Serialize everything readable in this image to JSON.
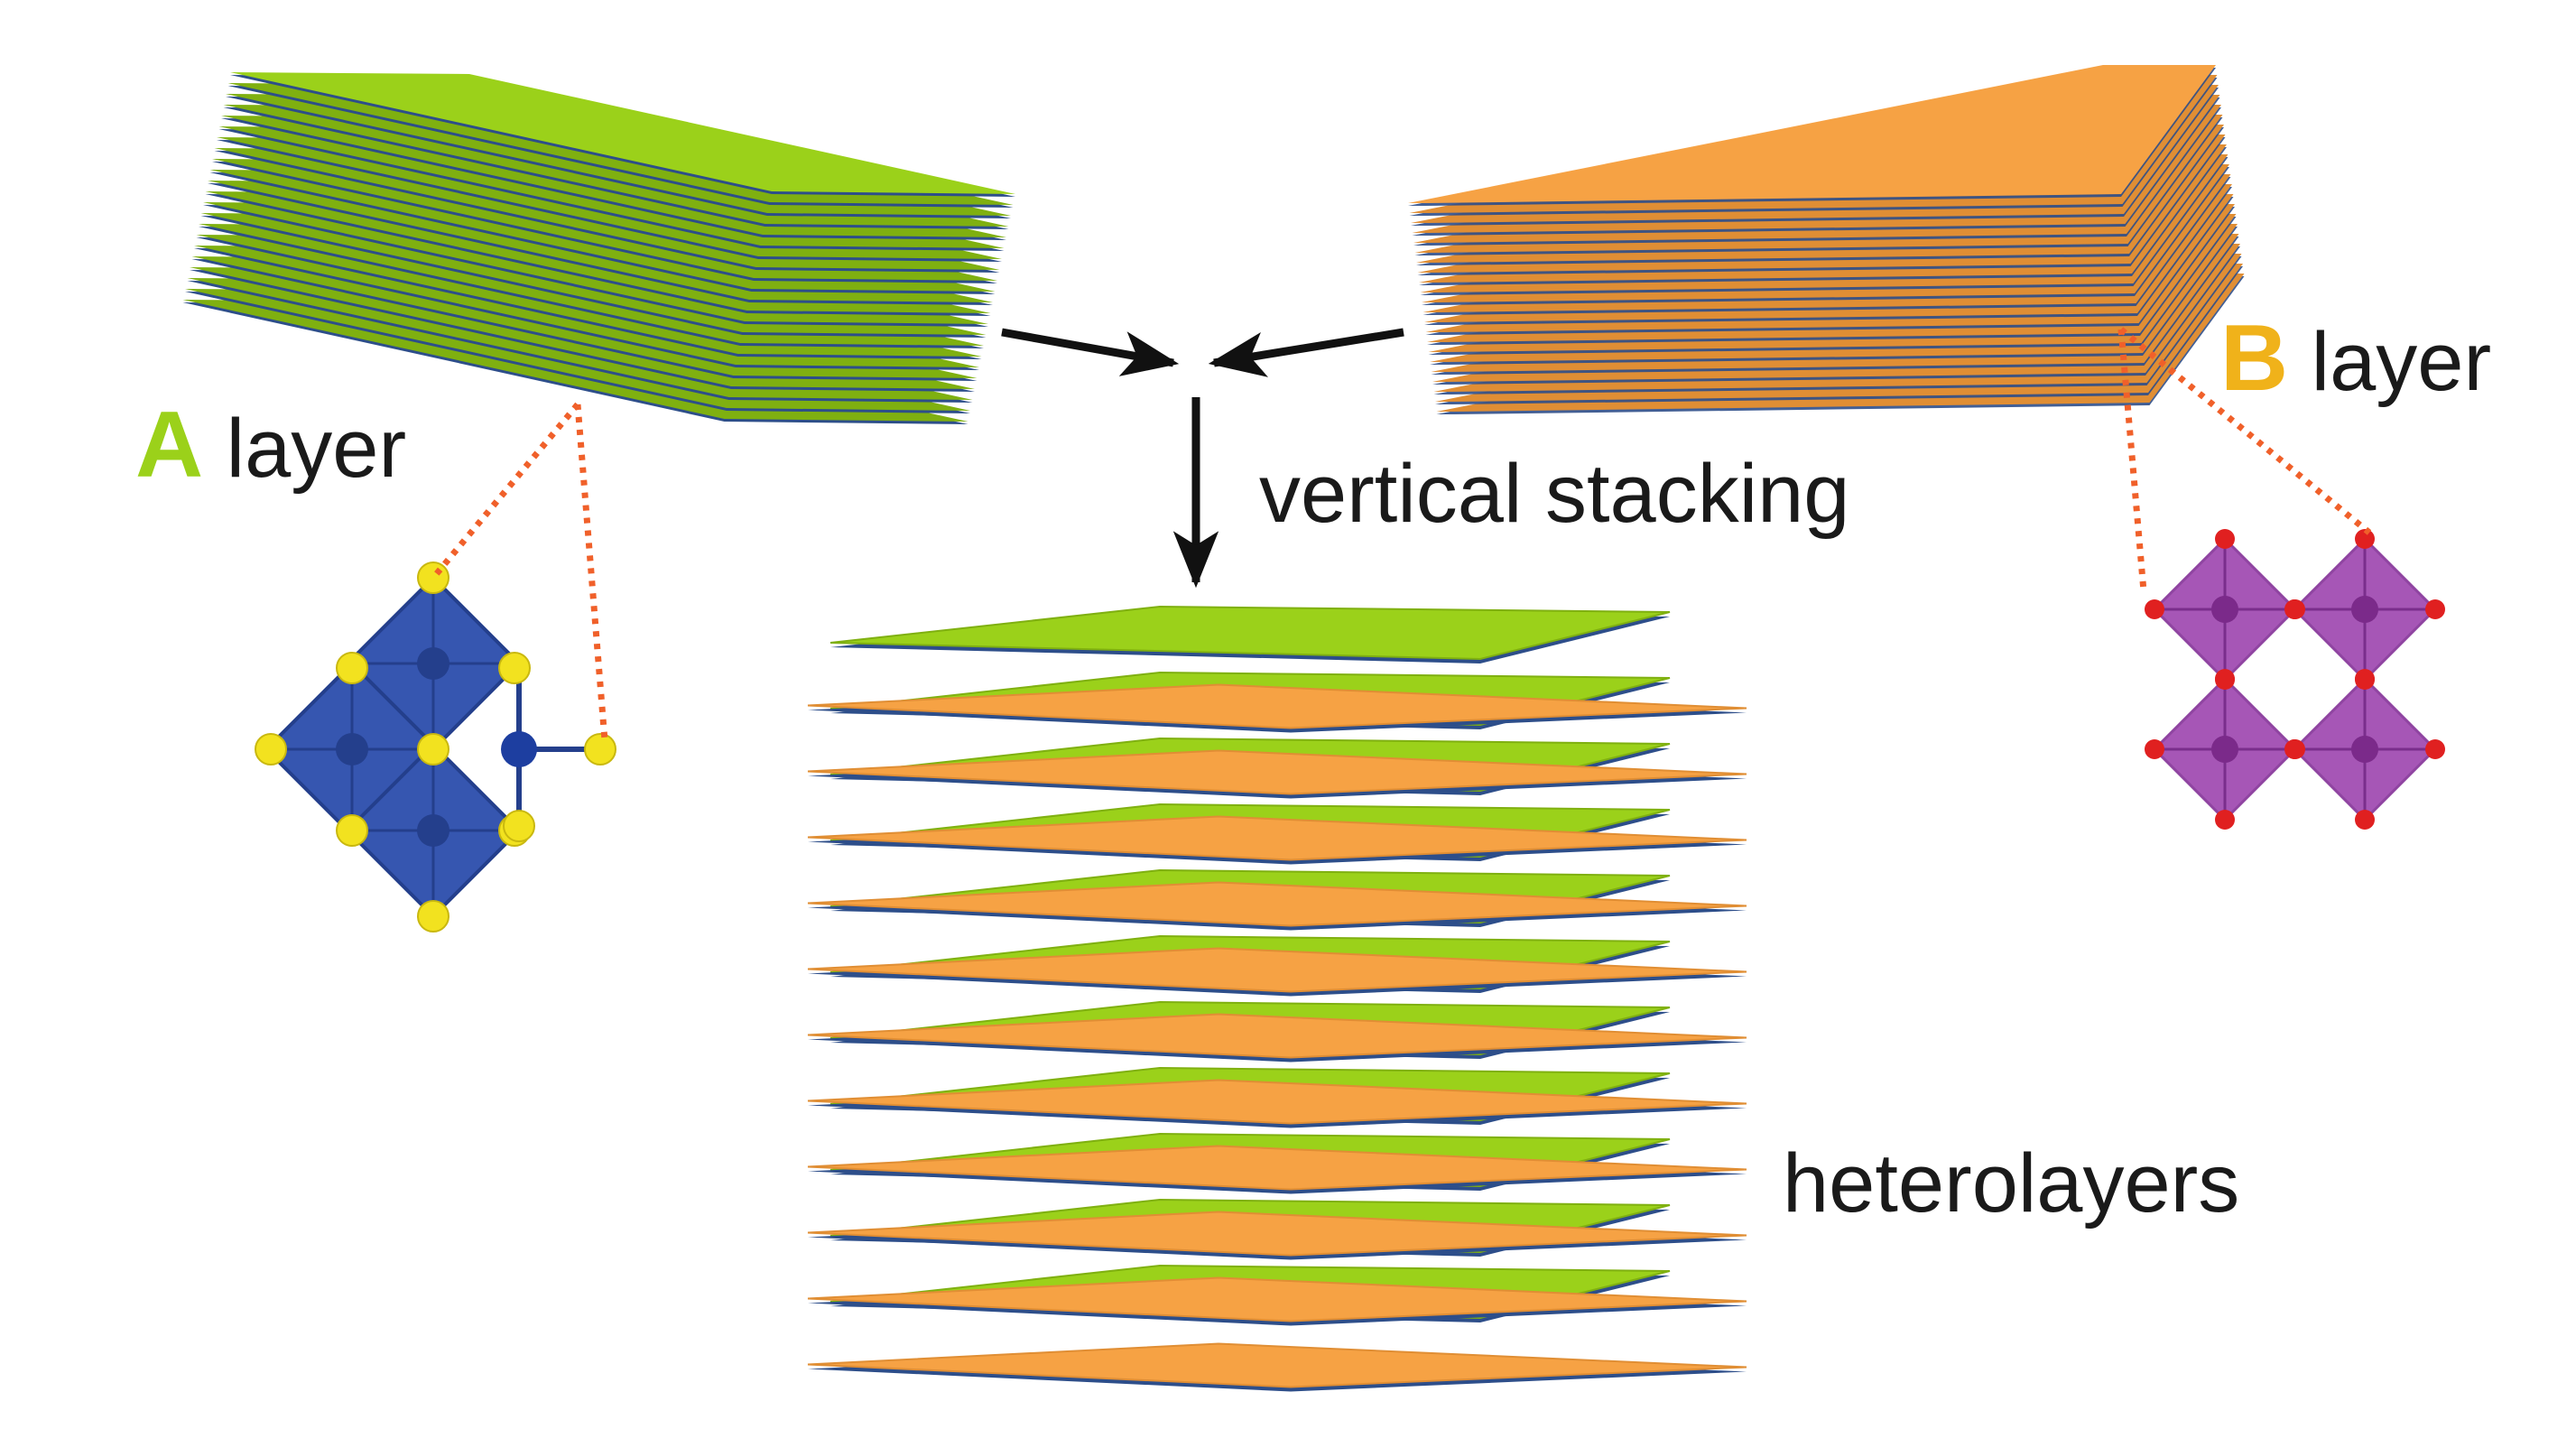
{
  "labels": {
    "a_letter": "A",
    "a_suffix": " layer",
    "b_letter": "B",
    "b_suffix": " layer",
    "vertical_stacking": "vertical stacking",
    "heterolayers": "heterolayers"
  },
  "colors": {
    "green": "#9bd11a",
    "green_edge": "#7fb010",
    "orange": "#f6a244",
    "orange_edge": "#e08e34",
    "navy": "#2d4e8a",
    "crystal_blue": "#3656b0",
    "crystal_blue_dark": "#243f8c",
    "atom_yellow": "#f2e21f",
    "crystal_purple": "#a24eb3",
    "atom_red": "#e02020",
    "dotted_orange": "#f0602a",
    "arrow": "#111111"
  },
  "icons": {
    "a_crystal": "edge-sharing-octahedra-structure",
    "b_crystal": "corner-sharing-octahedra-structure"
  }
}
